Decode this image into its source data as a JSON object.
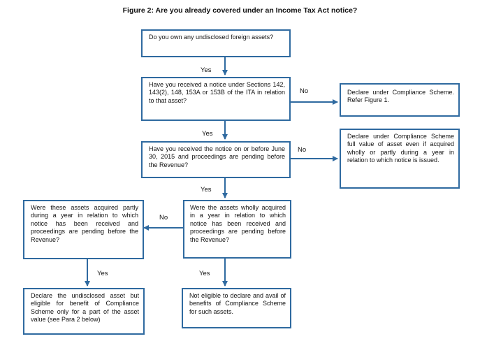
{
  "title": "Figure 2: Are you already covered under an Income Tax Act notice?",
  "accent_color": "#2f6aa0",
  "boxes": {
    "q1": "Do you own any undisclosed foreign assets?",
    "q2": "Have you received a notice under Sections 142, 143(2), 148, 153A or 153B of the ITA in relation to that asset?",
    "r1": "Declare under Compliance Scheme. Refer Figure 1.",
    "q3": "Have you received the notice on or before June 30, 2015 and proceedings are pending before the Revenue?",
    "r2": "Declare under Compliance Scheme full value of asset even if acquired wholly or partly during a year in relation to which notice is issued.",
    "q4": "Were the assets wholly acquired in a year in relation to which notice has been received and proceedings are pending before the Revenue?",
    "q5": "Were these assets acquired partly during a year in relation to which notice has been received and proceedings are pending before the Revenue?",
    "r3": "Not eligible to declare and avail of benefits of Compliance Scheme for such assets.",
    "r4": "Declare the undisclosed asset but eligible for benefit of Compliance Scheme only for a part of the asset value (see Para 2 below)"
  },
  "labels": {
    "yes": "Yes",
    "no": "No"
  }
}
